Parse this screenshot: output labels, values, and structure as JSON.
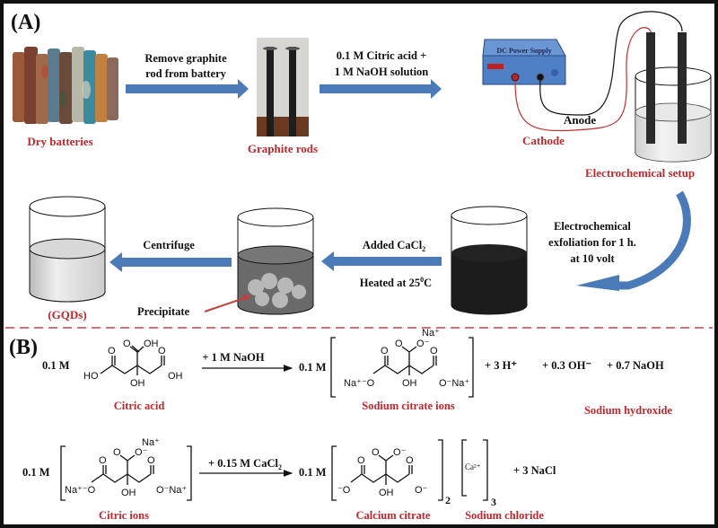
{
  "panel_a": {
    "label": "(A)",
    "dry_batteries": "Dry batteries",
    "step1_line1": "Remove graphite",
    "step1_line2": "rod from battery",
    "graphite_rods": "Graphite rods",
    "step2_line1": "0.1 M Citric acid +",
    "step2_line2": "1 M NaOH solution",
    "power_supply": "DC Power Supply",
    "anode": "Anode",
    "cathode": "Cathode",
    "setup": "Electrochemical setup",
    "step3_line1": "Electrochemical",
    "step3_line2": "exfoliation for 1 h.",
    "step3_line3": "at 10 volt",
    "step4_line1": "Added CaCl",
    "step4_line1_sub": "2",
    "step4_line2": "Heated at 25",
    "step4_line2_sup": "0",
    "step4_line2_end": "C",
    "centrifuge": "Centrifuge",
    "precipitate": "Precipitate",
    "gqds": "(GQDs)"
  },
  "panel_b": {
    "label": "(B)",
    "eq1": {
      "reactant_conc": "0.1 M",
      "reagent": "+ 1 M NaOH",
      "product_conc": "0.1 M",
      "reactant_name": "Citric acid",
      "product_name": "Sodium citrate ions",
      "byproducts": [
        "+  3 H⁺",
        "+ 0.3 OH⁻",
        "+ 0.7 NaOH"
      ],
      "byproduct_name": "Sodium hydroxide"
    },
    "eq2": {
      "reactant_conc": "0.1 M",
      "reagent_prefix": "+ 0.15 M CaCl",
      "reagent_sub": "2",
      "product_conc": "0.1 M",
      "reactant_name": "Citric ions",
      "product_name": "Calcium citrate",
      "subscript_2": "2",
      "subscript_3": "3",
      "calcium_ion": "Ca²⁺",
      "byproduct": "+  3 NaCl",
      "byproduct_name": "Sodium chloride"
    },
    "atoms": {
      "O": "O",
      "OH": "OH",
      "HO": "HO",
      "O_minus": "O⁻",
      "minus_O": "⁻O",
      "Na_plus": "Na⁺",
      "Na_plus_O": "Na⁺⁻O",
      "O_Na": "O⁻Na⁺"
    }
  },
  "colors": {
    "arrow_blue": "#4a7ab8",
    "label_red": "#c0282d",
    "divider_red": "#b84a4a",
    "ps_blue": "#4f7fc4"
  }
}
